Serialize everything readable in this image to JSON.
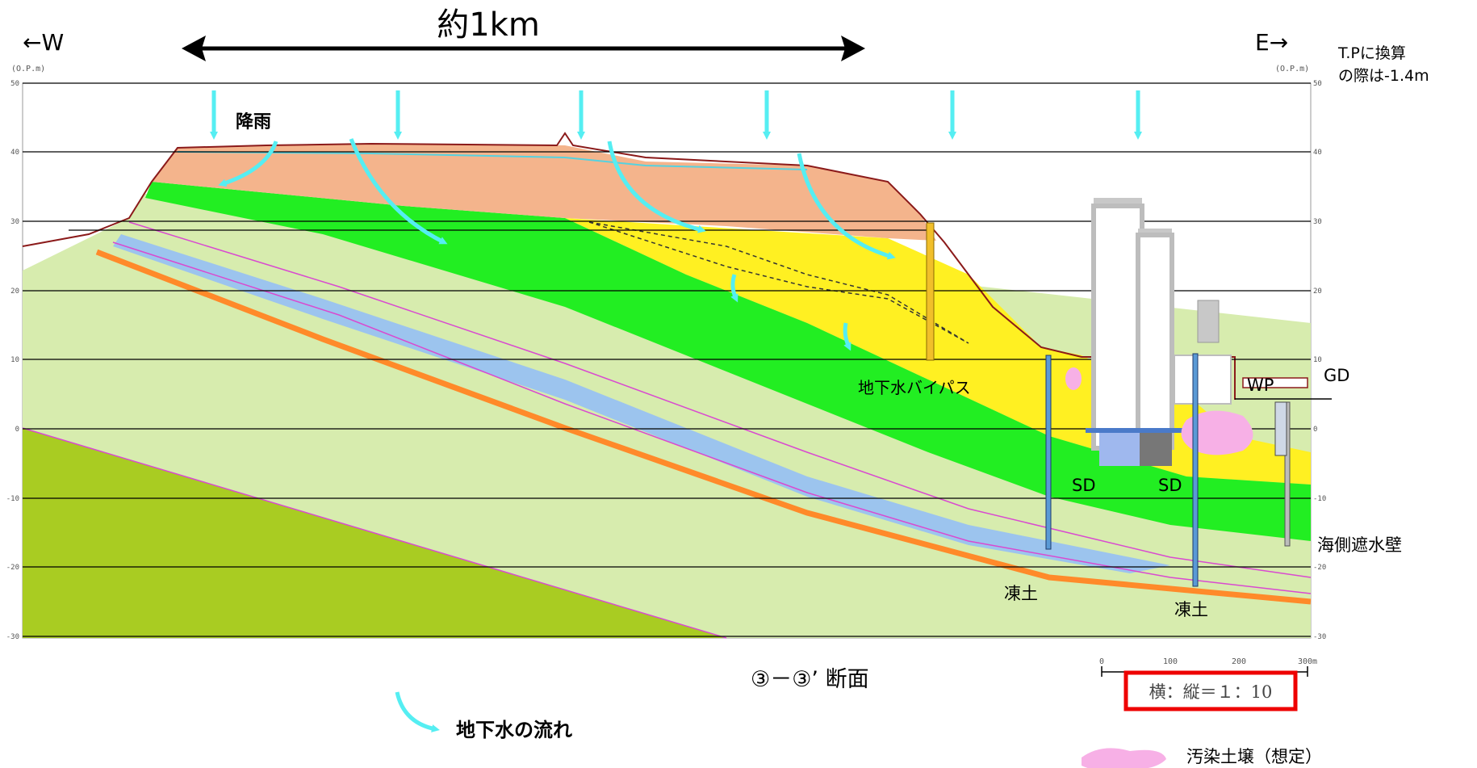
{
  "header": {
    "west_label": "←W",
    "east_label": "E→",
    "scale_label": "約1km",
    "unit_left": "(O.P.m)",
    "unit_right": "(O.P.m)",
    "tp_note_line1": "T.Pに換算",
    "tp_note_line2": "の際は-1.4m"
  },
  "axis": {
    "ticks": [
      "50",
      "40",
      "30",
      "20",
      "10",
      "0",
      "-10",
      "-20",
      "-30"
    ],
    "tick_values": [
      50,
      40,
      30,
      20,
      10,
      0,
      -10,
      -20,
      -30
    ]
  },
  "labels": {
    "rain": "降雨",
    "groundwater_bypass": "地下水バイパス",
    "sd_left": "SD",
    "sd_right": "SD",
    "wp": "WP",
    "gd": "GD",
    "seawall": "海側遮水壁",
    "frozen_left": "凍土",
    "frozen_right": "凍土"
  },
  "footer": {
    "section_title": "③－③’ 断面",
    "legend_flow": "地下水の流れ",
    "legend_contaminated": "汚染土壌（想定）",
    "hscale_ticks": [
      "0",
      "100",
      "200",
      "300m"
    ],
    "ratio_label": "横：縦＝１：10"
  },
  "colors": {
    "topsoil": "#f4b48c",
    "green_band": "#22ee22",
    "light_green": "#d7ecae",
    "olive": "#a9cc22",
    "yellow": "#fff022",
    "orange_line": "#ff8a2a",
    "blue_band": "#9cc4ee",
    "arrow_cyan": "#55eef2",
    "contaminated_pink": "#f7b0e6",
    "highlight_red": "#ee0000"
  }
}
